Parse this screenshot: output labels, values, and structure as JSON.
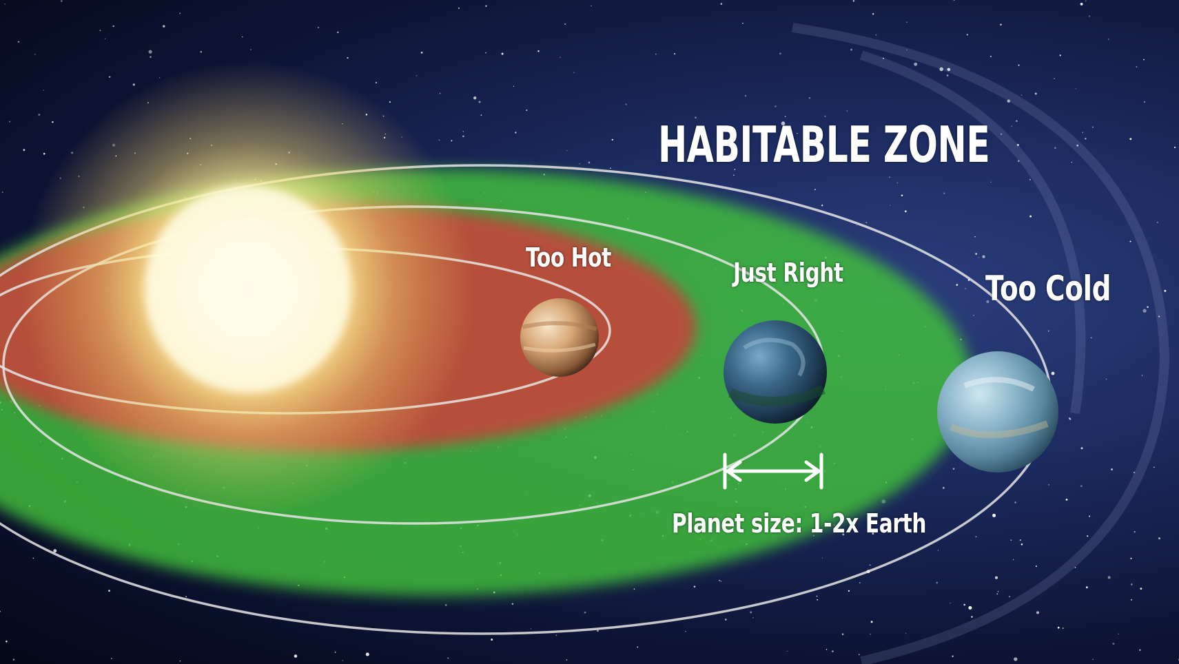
{
  "diagram": {
    "title": "HABITABLE ZONE",
    "zones": [
      {
        "name": "Too Hot",
        "color": "#c2453a"
      },
      {
        "name": "Just Right",
        "color": "#3fbf3a"
      },
      {
        "name": "Too Cold",
        "color": "#2a3f8c"
      }
    ],
    "size_note": "Planet size: 1-2x Earth"
  },
  "colors": {
    "space": "#0d1433",
    "hot_zone": "#c2453a",
    "habitable_zone": "#3fbf3a",
    "star_glow": "#fff6c8",
    "orbit_line": "#e6e6e6",
    "label_text": "#ffffff"
  }
}
